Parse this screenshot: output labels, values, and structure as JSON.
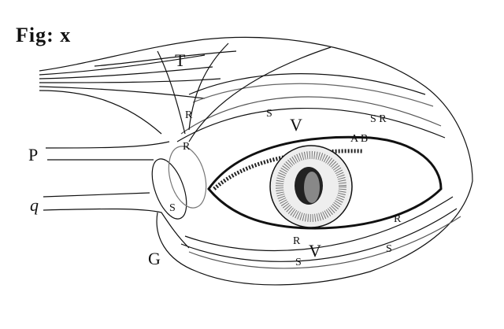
{
  "figure": {
    "title": "Fig: x",
    "description": "Engraving of an eye with surrounding muscles, nerves and vessels",
    "labels": {
      "T": "T",
      "P": "P",
      "q": "q",
      "G": "G",
      "V_top": "V",
      "V_bottom": "V",
      "SR": "S R",
      "AB": "A B",
      "R_left": "R",
      "R_upper": "R",
      "R_right": "R",
      "S_left": "S",
      "S_bottom1": "S",
      "S_bottom2": "S",
      "S_upper": "S",
      "R_lower": "R"
    }
  }
}
